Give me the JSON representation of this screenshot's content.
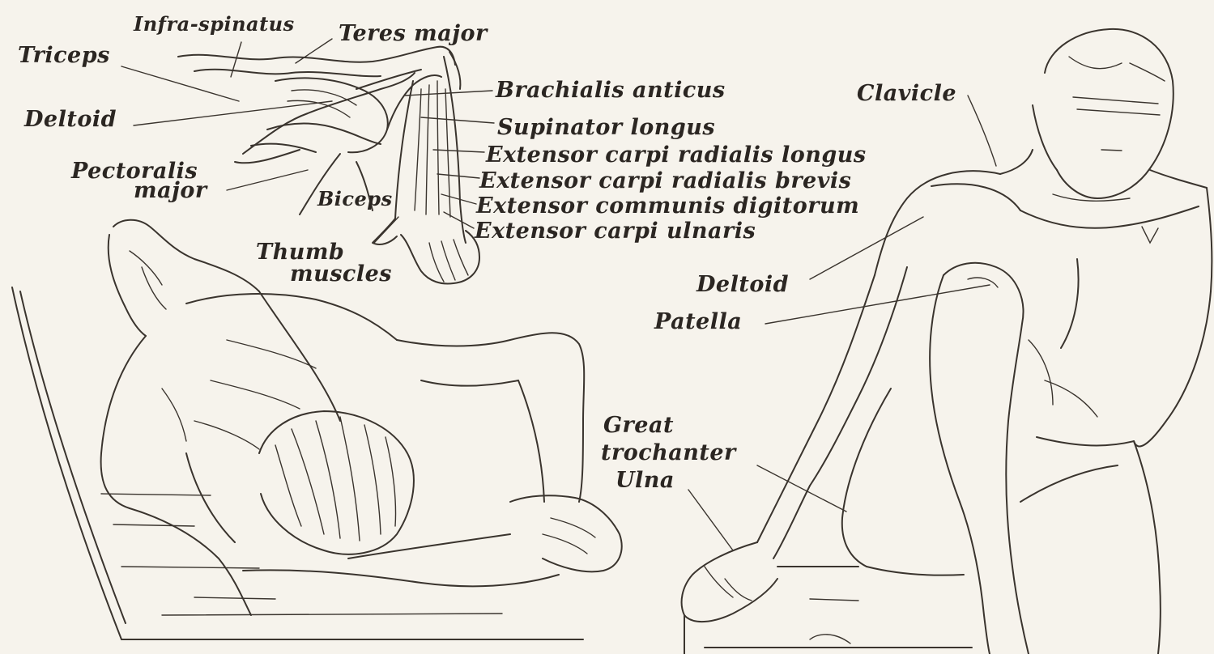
{
  "labels": {
    "infra_spinatus": "Infra-spinatus",
    "teres_major": "Teres major",
    "triceps": "Triceps",
    "deltoid_arm": "Deltoid",
    "pectoralis_major_line1": "Pectoralis",
    "pectoralis_major_line2": "major",
    "biceps": "Biceps",
    "thumb_muscles_line1": "Thumb",
    "thumb_muscles_line2": "muscles",
    "brachialis_anticus": "Brachialis anticus",
    "supinator_longus": "Supinator longus",
    "ext_carpi_rad_longus": "Extensor carpi radialis longus",
    "ext_carpi_rad_brevis": "Extensor carpi radialis brevis",
    "ext_communis_digitorum": "Extensor communis digitorum",
    "ext_carpi_ulnaris": "Extensor carpi ulnaris",
    "clavicle": "Clavicle",
    "deltoid_figure": "Deltoid",
    "patella": "Patella",
    "great_trochanter_line1": "Great",
    "great_trochanter_line2": "trochanter",
    "ulna": "Ulna"
  }
}
